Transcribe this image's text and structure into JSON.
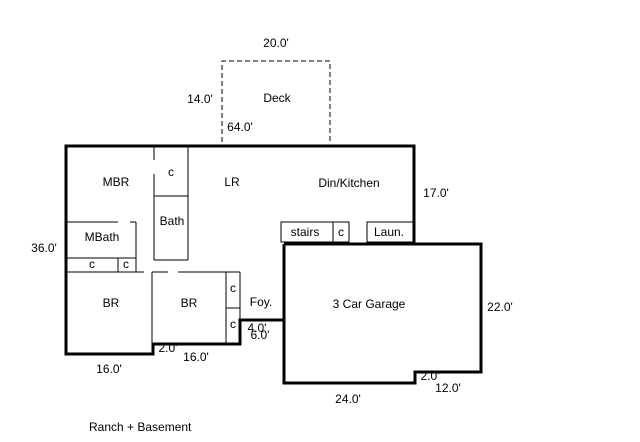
{
  "caption": "Ranch + Basement",
  "dimensions": {
    "deck_width": "20.0'",
    "deck_depth": "14.0'",
    "house_width": "64.0'",
    "right_wall": "17.0'",
    "left_wall": "36.0'",
    "bottom_left": "16.0'",
    "bottom_mid": "16.0'",
    "step_left": "2.0'",
    "foyer_width": "4.0'",
    "foyer_depth": "6.0'",
    "garage_width": "24.0'",
    "garage_depth": "22.0'",
    "garage_step": "2.0'",
    "garage_bottom_right": "12.0'"
  },
  "rooms": {
    "deck": "Deck",
    "mbr": "MBR",
    "lr": "LR",
    "dining_kitchen": "Din/Kitchen",
    "closet_mbr": "c",
    "bath": "Bath",
    "mbath": "MBath",
    "closet_a": "c",
    "closet_b": "c",
    "br_left": "BR",
    "br_mid": "BR",
    "closet_c": "c",
    "closet_d": "c",
    "foyer": "Foy.",
    "stairs": "stairs",
    "closet_stairs": "c",
    "laundry": "Laun.",
    "garage": "3 Car Garage"
  }
}
